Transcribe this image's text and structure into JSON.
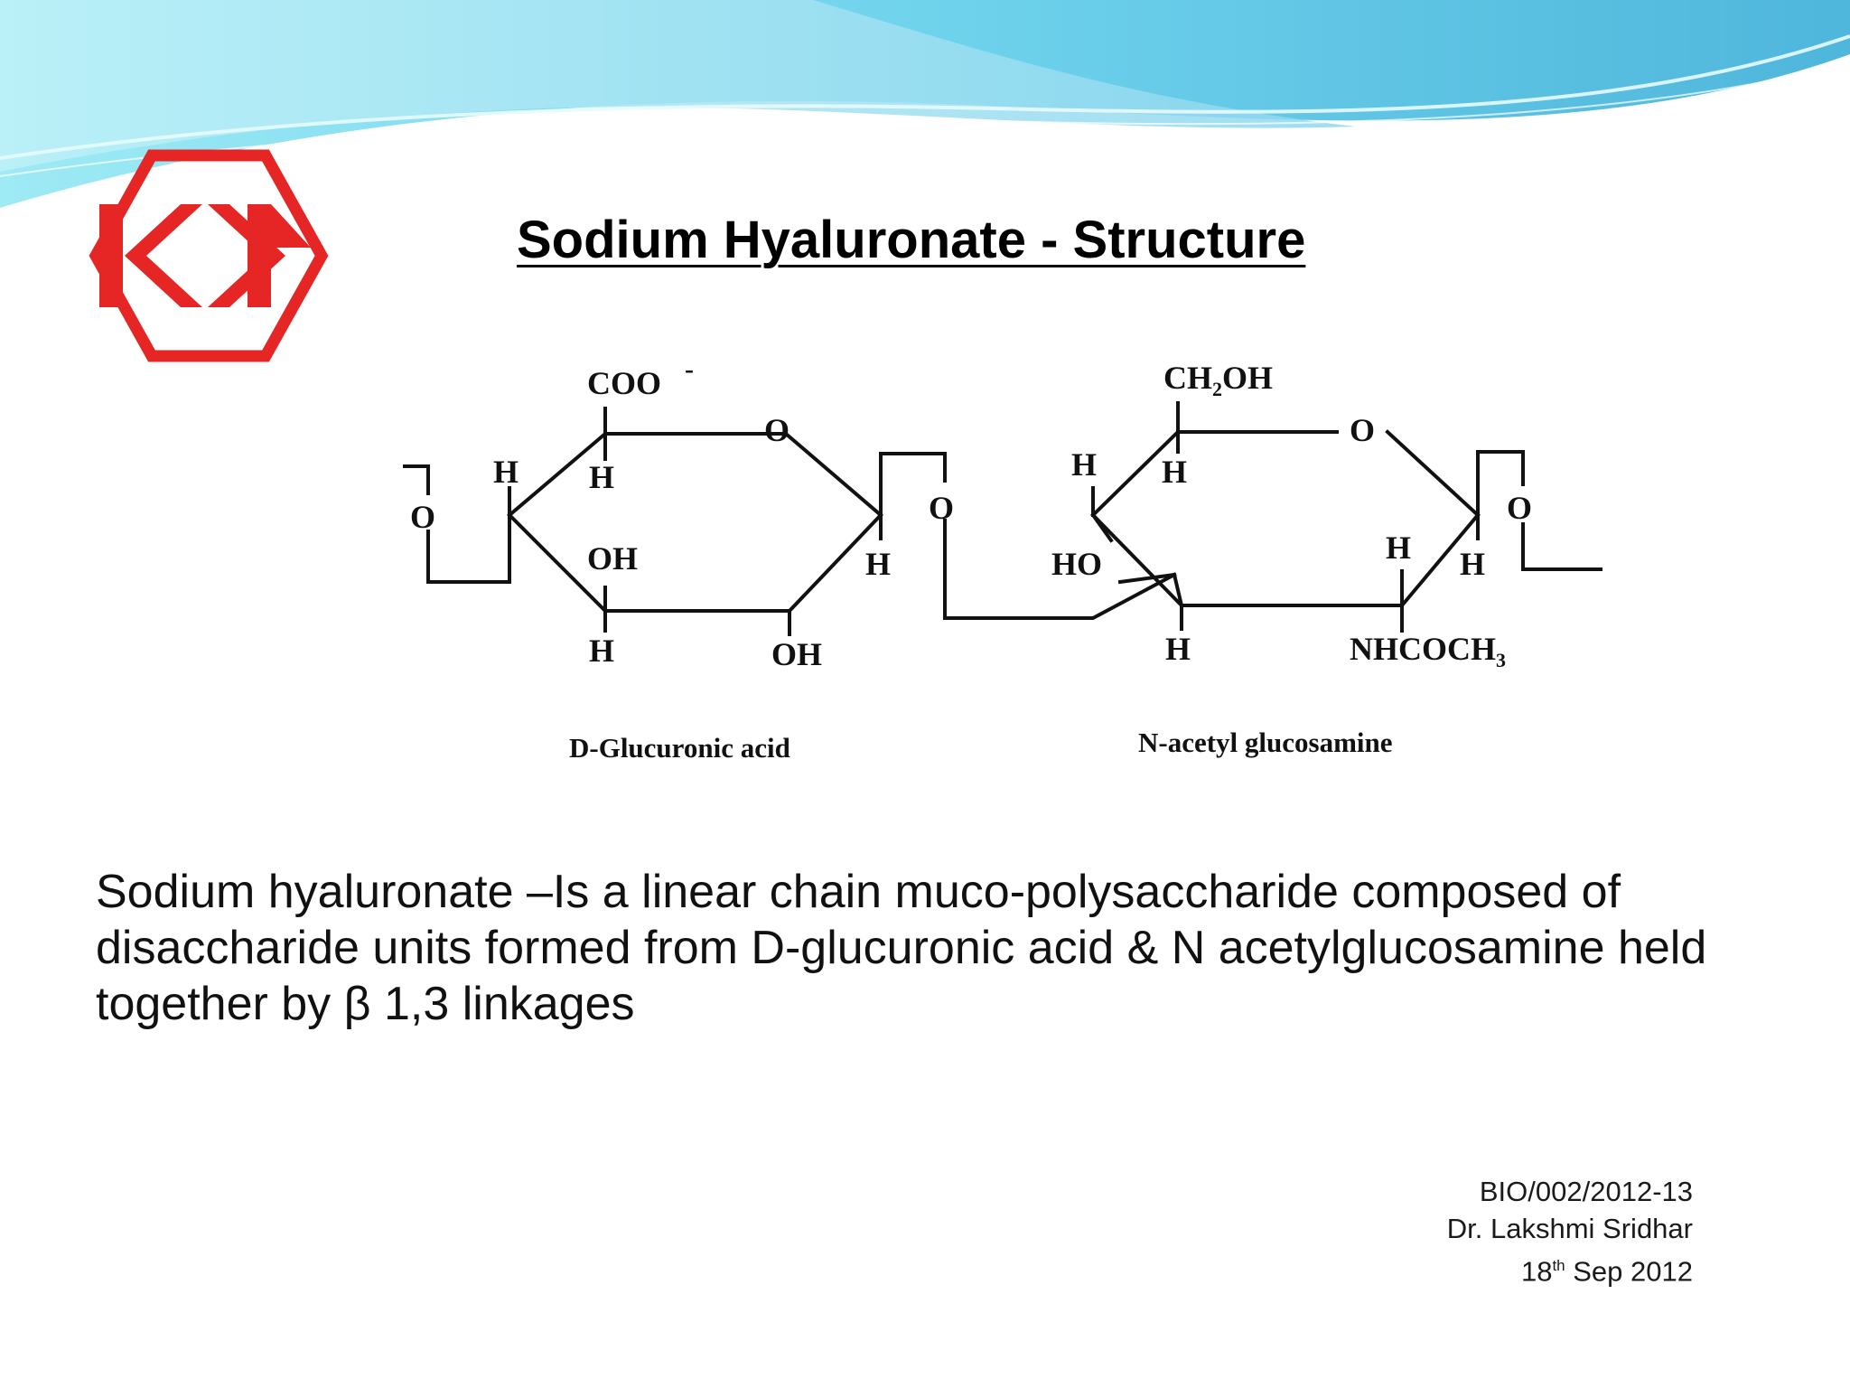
{
  "slide": {
    "title": "Sodium Hyaluronate - Structure",
    "logo_name": "KDP-hexagon-logo",
    "colors": {
      "logo_red": "#e62625",
      "wave_light": "#8fe2f0",
      "wave_deep": "#4fb8dc",
      "text": "#111111"
    }
  },
  "diagram": {
    "glucuronic": {
      "coo": "COO",
      "charge": "-",
      "h_left": "H",
      "h_top": "H",
      "oh_mid": "OH",
      "h_bottom": "H",
      "oh_bottom": "OH",
      "h_right": "H",
      "ring_o": "O",
      "left_link_o": "O",
      "caption": "D-Glucuronic acid"
    },
    "link_o": "O",
    "glucosamine": {
      "ch2oh_pre": "CH",
      "ch2oh_sub": "2",
      "ch2oh_post": "OH",
      "ring_o": "O",
      "h_left": "H",
      "h_top": "H",
      "ho_left": "HO",
      "h_mid": "H",
      "h_right": "H",
      "h_bottom": "H",
      "nhcoch_pre": "NHCOCH",
      "nhcoch_sub": "3",
      "right_link_o": "O",
      "caption": "N-acetyl glucosamine"
    }
  },
  "description": {
    "text": "Sodium hyaluronate –Is a linear chain muco-polysaccharide composed of disaccharide units formed from D-glucuronic acid & N acetylglucosamine held together by β 1,3 linkages"
  },
  "footer": {
    "code": "BIO/002/2012-13",
    "author": "Dr. Lakshmi Sridhar",
    "date_day": "18",
    "date_suffix": "th",
    "date_rest": " Sep 2012"
  }
}
